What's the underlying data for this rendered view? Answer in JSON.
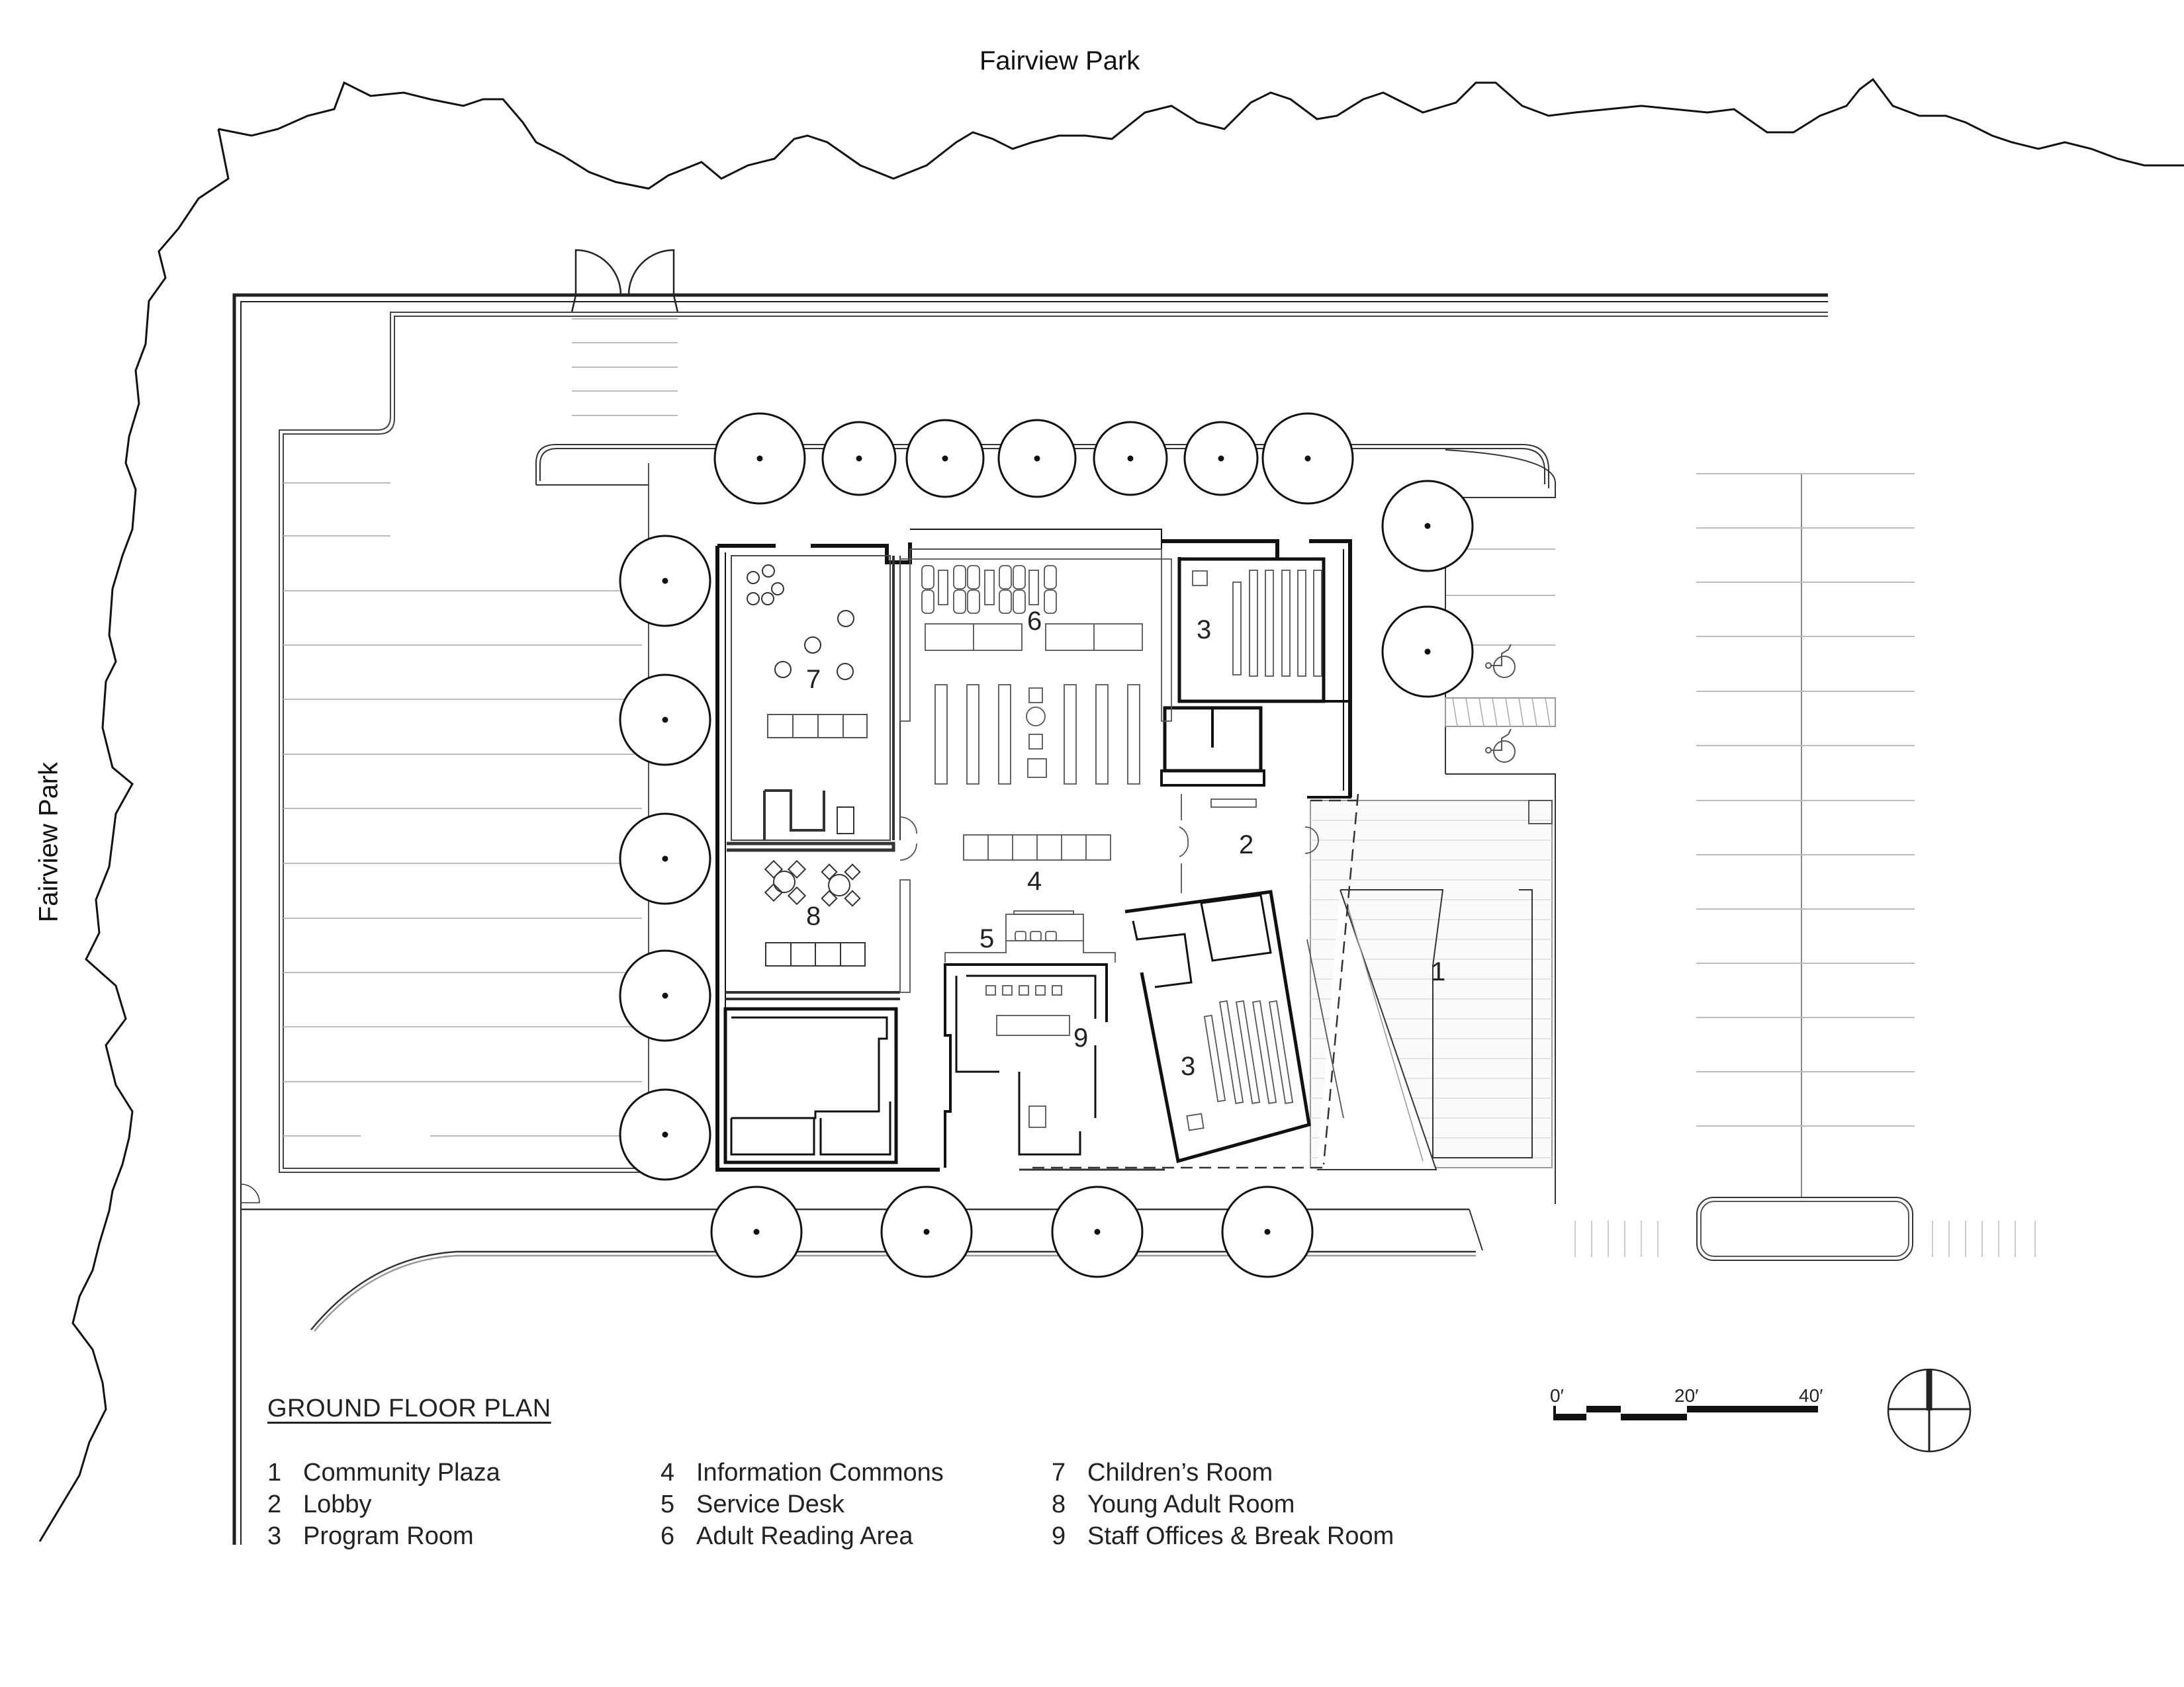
{
  "site": {
    "park_label_top": "Fairview Park",
    "park_label_left": "Fairview Park"
  },
  "plan_title": "GROUND FLOOR PLAN",
  "legend": {
    "columns": [
      [
        {
          "num": "1",
          "label": "Community Plaza"
        },
        {
          "num": "2",
          "label": "Lobby"
        },
        {
          "num": "3",
          "label": "Program Room"
        }
      ],
      [
        {
          "num": "4",
          "label": "Information Commons"
        },
        {
          "num": "5",
          "label": "Service Desk"
        },
        {
          "num": "6",
          "label": "Adult Reading Area"
        }
      ],
      [
        {
          "num": "7",
          "label": "Children’s Room"
        },
        {
          "num": "8",
          "label": "Young Adult Room"
        },
        {
          "num": "9",
          "label": "Staff Offices & Break Room"
        }
      ]
    ]
  },
  "room_tags": {
    "r1": "1",
    "r2": "2",
    "r3a": "3",
    "r3b": "3",
    "r4": "4",
    "r5": "5",
    "r6": "6",
    "r7": "7",
    "r8": "8",
    "r9": "9"
  },
  "scale_bar": {
    "labels": [
      "0′",
      "20′",
      "40′"
    ]
  },
  "north_arrow": {
    "icon": "north-arrow-icon"
  },
  "icons": {
    "tree": "tree-canopy-icon",
    "accessible_parking": "wheelchair-icon",
    "door": "door-swing-icon"
  }
}
